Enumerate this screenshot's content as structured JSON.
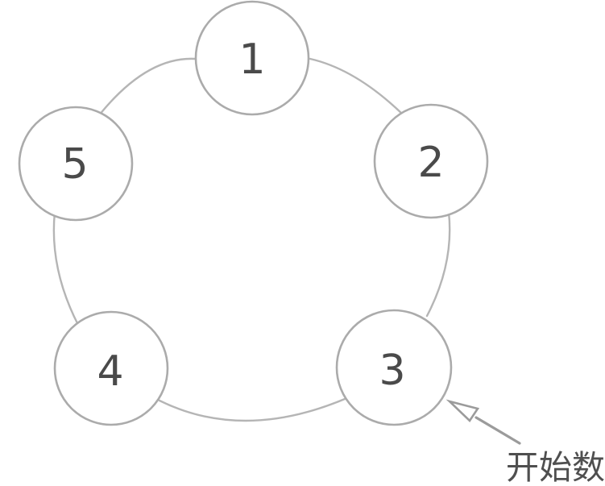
{
  "diagram": {
    "nodes": [
      {
        "label": "1"
      },
      {
        "label": "2"
      },
      {
        "label": "3"
      },
      {
        "label": "4"
      },
      {
        "label": "5"
      }
    ],
    "annotation": {
      "text": "开始数",
      "points_to_node": "3"
    },
    "colors": {
      "background": "#ffffff",
      "ring_stroke": "#b5b5b5",
      "circle_stroke": "#ababab",
      "number_text": "#4a4a4a",
      "arrow": "#9b9b9b",
      "annotation_text": "#4f4f4f"
    }
  }
}
